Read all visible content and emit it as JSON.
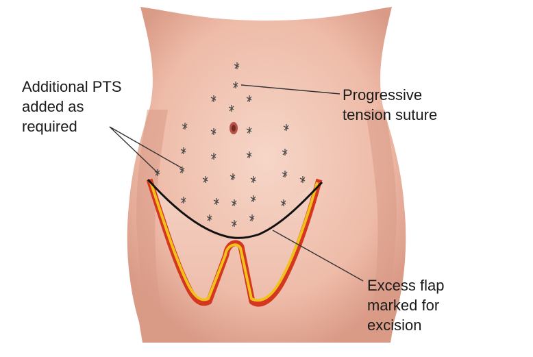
{
  "labels": {
    "additional_pts": "Additional PTS\nadded as\nrequired",
    "progressive": "Progressive\ntension suture",
    "excess_flap": "Excess flap\nmarked for\nexcision"
  },
  "colors": {
    "skin": "#efc3b3",
    "skin_shadow": "#d99a86",
    "cut_red": "#d4361f",
    "cut_yellow": "#f2c21c",
    "incision_line": "#111111",
    "leader_line": "#333333",
    "suture": "#4a4a4a"
  }
}
